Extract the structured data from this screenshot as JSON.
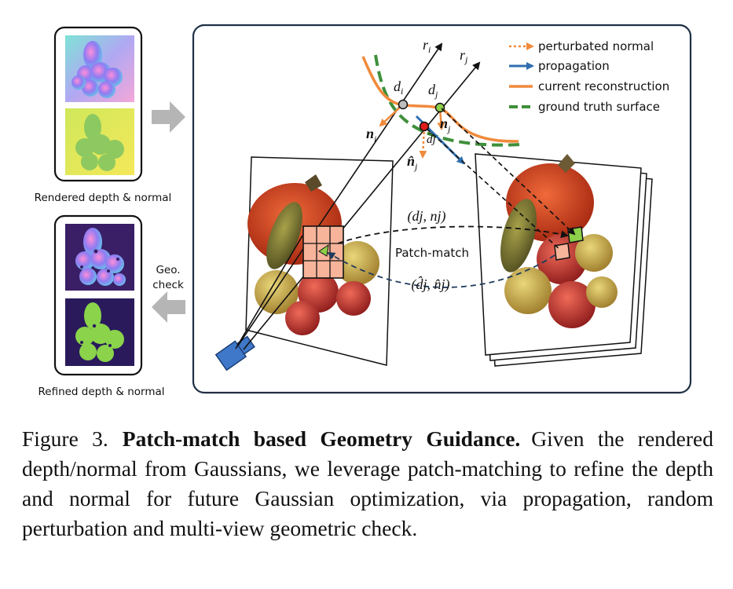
{
  "figure": {
    "left_labels": {
      "rendered": "Rendered depth & normal",
      "refined": "Refined depth & normal",
      "geo_line1": "Geo.",
      "geo_line2": "check"
    },
    "legend": [
      {
        "label": "perturbated normal",
        "color": "#f08a3c",
        "style": "dotted-arrow"
      },
      {
        "label": "propagation",
        "color": "#2f6fb0",
        "style": "solid-arrow"
      },
      {
        "label": "current reconstruction",
        "color": "#f08a3c",
        "style": "line"
      },
      {
        "label": "ground truth surface",
        "color": "#3f8f3a",
        "style": "dashed-line"
      }
    ],
    "ray_labels": {
      "ri_base": "r",
      "ri_sub": "i",
      "rj_base": "r",
      "rj_sub": "j"
    },
    "point_labels": {
      "di_base": "d",
      "di_sub": "i",
      "dj_base": "d",
      "dj_sub": "j",
      "dhat_j": "d̂j"
    },
    "normal_labels": {
      "ni": "n",
      "ni_sub": "i",
      "nj": "n",
      "nj_sub": "j",
      "nhat": "n̂",
      "nhat_sub": "j"
    },
    "match_labels": {
      "top": "(dj, nj)",
      "middle": "Patch-match",
      "bottom": "(d̂j, n̂j)"
    }
  },
  "caption": {
    "lead": "Figure 3.",
    "bold": "Patch-match based Geometry Guidance.",
    "body": "Given the rendered depth/normal from Gaussians, we leverage patch-matching to refine the depth and normal for future Gaussian optimization, via propagation, random perturbation and multi-view geometric check."
  },
  "colors": {
    "orange": "#f08a3c",
    "blue": "#2f6fb0",
    "green": "#3f8f3a",
    "patch": "#f7b49a"
  }
}
